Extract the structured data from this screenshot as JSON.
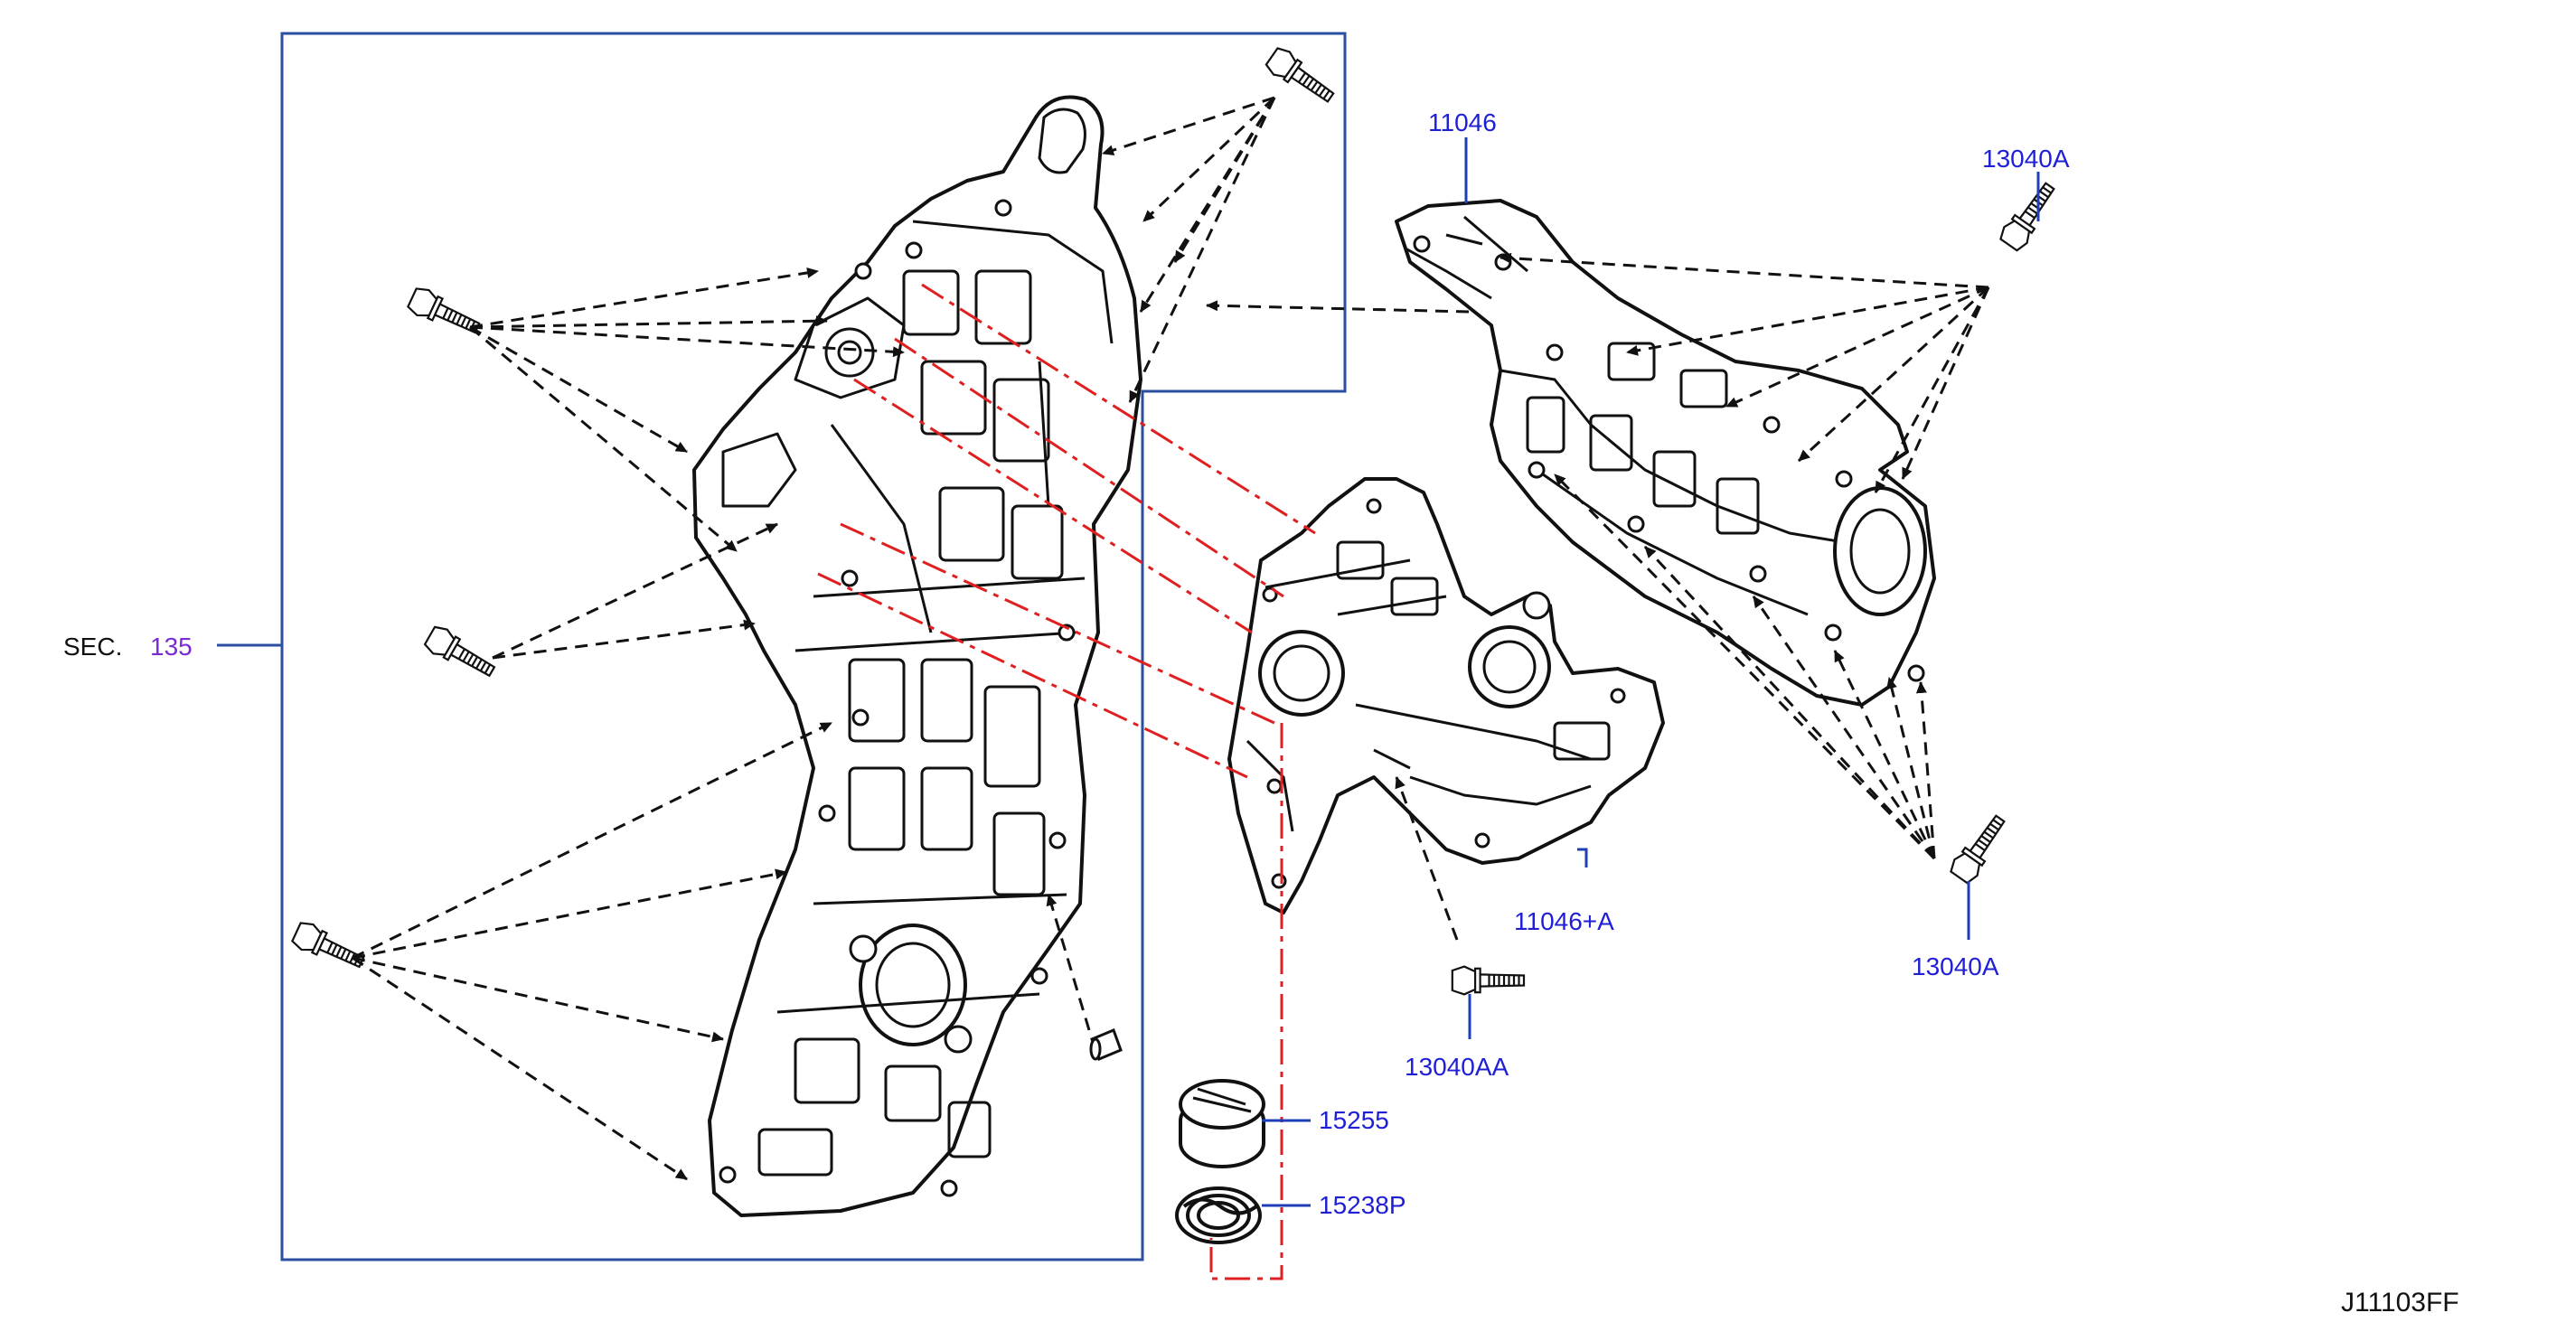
{
  "labels": {
    "sec_prefix": "SEC.",
    "sec_number": "135",
    "p11046": "11046",
    "p13040A_top": "13040A",
    "p11046A": "11046+A",
    "p13040A_right": "13040A",
    "p13040AA": "13040AA",
    "p15255": "15255",
    "p15238P": "15238P",
    "figure_id": "J11103FF"
  },
  "colors": {
    "label": "#1f1fd6",
    "frame": "#2b4fa0",
    "ref_dash": "#e02020",
    "lines": "#111111",
    "sec_number": "#7a2bd6"
  },
  "icons": [
    "bolt-icon",
    "dowel-pin-icon",
    "oil-seal-icon",
    "o-ring-icon"
  ]
}
